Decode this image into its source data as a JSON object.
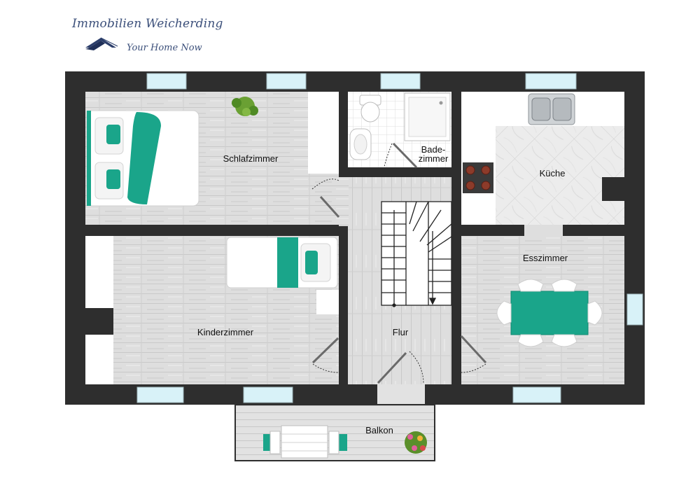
{
  "brand": {
    "name": "Immobilien Weicherding",
    "tagline": "Your Home Now",
    "logo_icon": "roof-logo-icon"
  },
  "rooms": {
    "schlafzimmer": "Schlafzimmer",
    "badezimmer_line1": "Bade-",
    "badezimmer_line2": "zimmer",
    "kueche": "Küche",
    "kinderzimmer": "Kinderzimmer",
    "flur": "Flur",
    "esszimmer": "Esszimmer",
    "balkon": "Balkon"
  },
  "colors": {
    "wall": "#2e2e2e",
    "floor_wood": "#dcdcdc",
    "accent_teal": "#1aa58a",
    "window": "#d8f2f8",
    "brand_blue": "#3b4f7a"
  }
}
